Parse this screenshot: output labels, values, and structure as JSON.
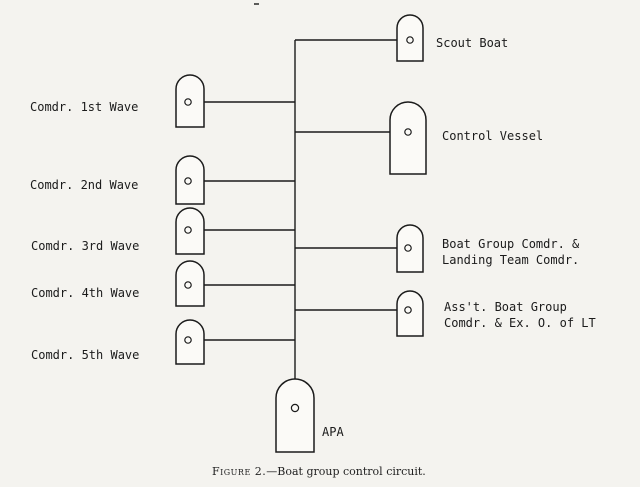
{
  "labels": {
    "scout_boat": "Scout Boat",
    "control_vessel": "Control Vessel",
    "boat_group_line1": "Boat Group Comdr. &",
    "boat_group_line2": "Landing Team Comdr.",
    "asst_line1": "Ass't. Boat Group",
    "asst_line2": "Comdr. & Ex. O. of LT",
    "wave1": "Comdr. 1st Wave",
    "wave2": "Comdr. 2nd Wave",
    "wave3": "Comdr. 3rd Wave",
    "wave4": "Comdr. 4th Wave",
    "wave5": "Comdr. 5th Wave",
    "apa": "APA"
  },
  "caption": {
    "figure": "Figure 2.",
    "text": "—Boat group control circuit."
  }
}
